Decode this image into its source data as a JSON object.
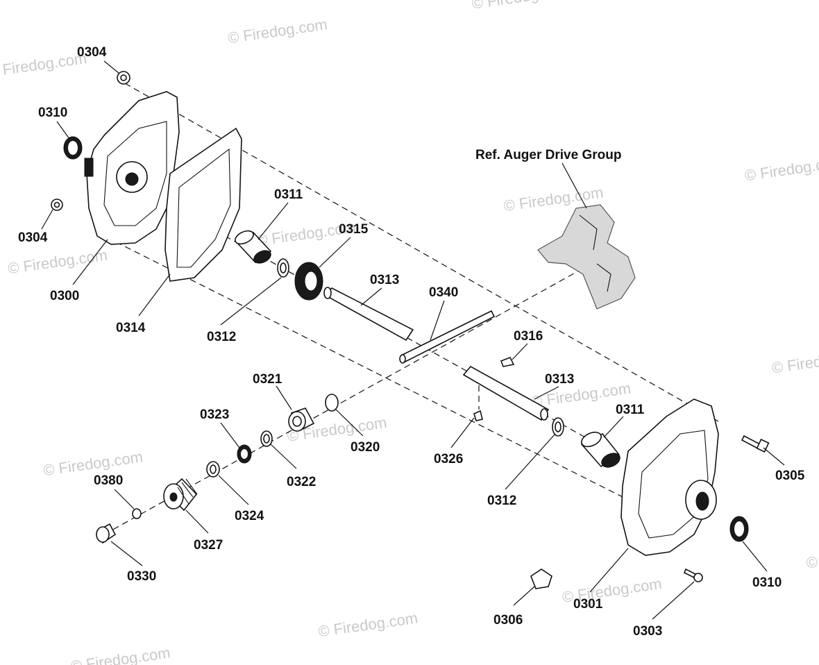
{
  "watermark": {
    "text": "© Firedog.com",
    "color": "#c9c9c9"
  },
  "reference_label": "Ref. Auger Drive Group",
  "callouts": [
    {
      "id": "c0304a",
      "text": "0304"
    },
    {
      "id": "c0310a",
      "text": "0310"
    },
    {
      "id": "c0304b",
      "text": "0304"
    },
    {
      "id": "c0300",
      "text": "0300"
    },
    {
      "id": "c0314",
      "text": "0314"
    },
    {
      "id": "c0311a",
      "text": "0311"
    },
    {
      "id": "c0315",
      "text": "0315"
    },
    {
      "id": "c0313a",
      "text": "0313"
    },
    {
      "id": "c0312a",
      "text": "0312"
    },
    {
      "id": "c0340",
      "text": "0340"
    },
    {
      "id": "c0316",
      "text": "0316"
    },
    {
      "id": "c0313b",
      "text": "0313"
    },
    {
      "id": "c0311b",
      "text": "0311"
    },
    {
      "id": "c0321",
      "text": "0321"
    },
    {
      "id": "c0320",
      "text": "0320"
    },
    {
      "id": "c0323",
      "text": "0323"
    },
    {
      "id": "c0322",
      "text": "0322"
    },
    {
      "id": "c0326",
      "text": "0326"
    },
    {
      "id": "c0312b",
      "text": "0312"
    },
    {
      "id": "c0305",
      "text": "0305"
    },
    {
      "id": "c0380",
      "text": "0380"
    },
    {
      "id": "c0324",
      "text": "0324"
    },
    {
      "id": "c0327",
      "text": "0327"
    },
    {
      "id": "c0330",
      "text": "0330"
    },
    {
      "id": "c0310b",
      "text": "0310"
    },
    {
      "id": "c0306",
      "text": "0306"
    },
    {
      "id": "c0301",
      "text": "0301"
    },
    {
      "id": "c0303",
      "text": "0303"
    }
  ]
}
